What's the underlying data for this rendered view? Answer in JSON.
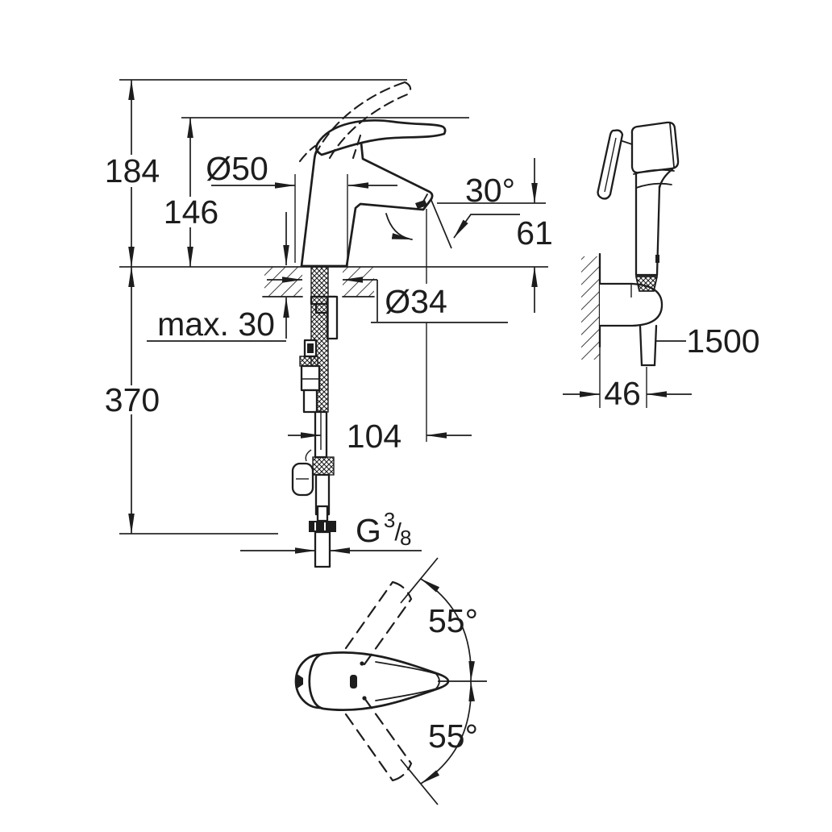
{
  "colors": {
    "background": "#ffffff",
    "line": "#1d1d1d"
  },
  "views": {
    "side_view": {
      "dimensions": {
        "overall_height": "184",
        "aerator_height": "146",
        "base_diameter": "Ø50",
        "spout_angle": "30°",
        "outlet_clearance": "61",
        "max_deck_thickness": "max. 30",
        "hole_diameter": "Ø34",
        "depth_below_deck": "370",
        "spout_reach": "104",
        "thread_prefix": "G",
        "thread_numerator": "3",
        "thread_slash": "/",
        "thread_denominator": "8"
      }
    },
    "hand_shower_view": {
      "dimensions": {
        "hose_length": "1500",
        "holder_projection": "46"
      }
    },
    "top_view": {
      "dimensions": {
        "swing_upper": "55°",
        "swing_lower": "55°"
      }
    }
  }
}
